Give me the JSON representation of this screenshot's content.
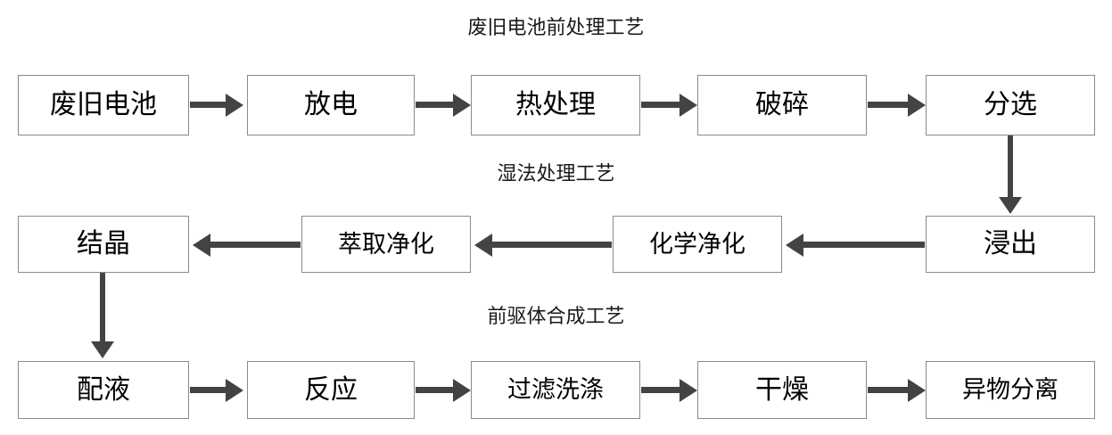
{
  "diagram": {
    "title_row1": "废旧电池前处理工艺",
    "title_row2": "湿法处理工艺",
    "title_row3": "前驱体合成工艺",
    "colors": {
      "box_border": "#8a8a8a",
      "arrow": "#434343",
      "text": "#000000",
      "background": "#ffffff"
    },
    "row1": {
      "label": "废旧电池前处理工艺",
      "direction": "left-to-right",
      "nodes": [
        {
          "id": "waste-battery",
          "label": "废旧电池"
        },
        {
          "id": "discharge",
          "label": "放电"
        },
        {
          "id": "heat-treatment",
          "label": "热处理"
        },
        {
          "id": "crushing",
          "label": "破碎"
        },
        {
          "id": "sorting",
          "label": "分选"
        }
      ]
    },
    "row2": {
      "label": "湿法处理工艺",
      "direction": "right-to-left",
      "nodes": [
        {
          "id": "crystallization",
          "label": "结晶"
        },
        {
          "id": "extraction-purification",
          "label": "萃取净化"
        },
        {
          "id": "chemical-purification",
          "label": "化学净化"
        },
        {
          "id": "leaching",
          "label": "浸出"
        }
      ]
    },
    "row3": {
      "label": "前驱体合成工艺",
      "direction": "left-to-right",
      "nodes": [
        {
          "id": "solution-preparation",
          "label": "配液"
        },
        {
          "id": "reaction",
          "label": "反应"
        },
        {
          "id": "filtration-washing",
          "label": "过滤洗涤"
        },
        {
          "id": "drying",
          "label": "干燥"
        },
        {
          "id": "foreign-matter-separation",
          "label": "异物分离"
        }
      ]
    },
    "connectors": [
      {
        "id": "sorting-to-leaching",
        "from": "分选",
        "to": "浸出",
        "orientation": "vertical"
      },
      {
        "id": "crystallization-to-solution",
        "from": "结晶",
        "to": "配液",
        "orientation": "vertical"
      }
    ]
  }
}
